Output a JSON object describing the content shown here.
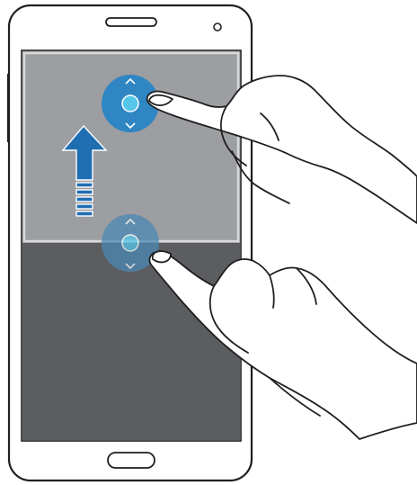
{
  "illustration": {
    "device": "smartphone",
    "gesture": "drag-split-handle-up",
    "screen": {
      "upper_window": "light-gray",
      "lower_window": "dark-gray"
    },
    "icons": [
      "speaker-icon",
      "camera-icon",
      "home-button-icon",
      "split-handle-icon",
      "up-arrow-icon",
      "hand-icon"
    ]
  },
  "colors": {
    "outline": "#1f1f1f",
    "upper_window": "#9c9ea1",
    "lower_window": "#5c5d60",
    "window_frame": "#d8d9db",
    "handle_active": "#2f86c2",
    "handle_inactive": "#4b88b4",
    "handle_dot": "#56c6ea",
    "arrow": "#1f6eb2",
    "hand_fill": "#ffffff"
  }
}
